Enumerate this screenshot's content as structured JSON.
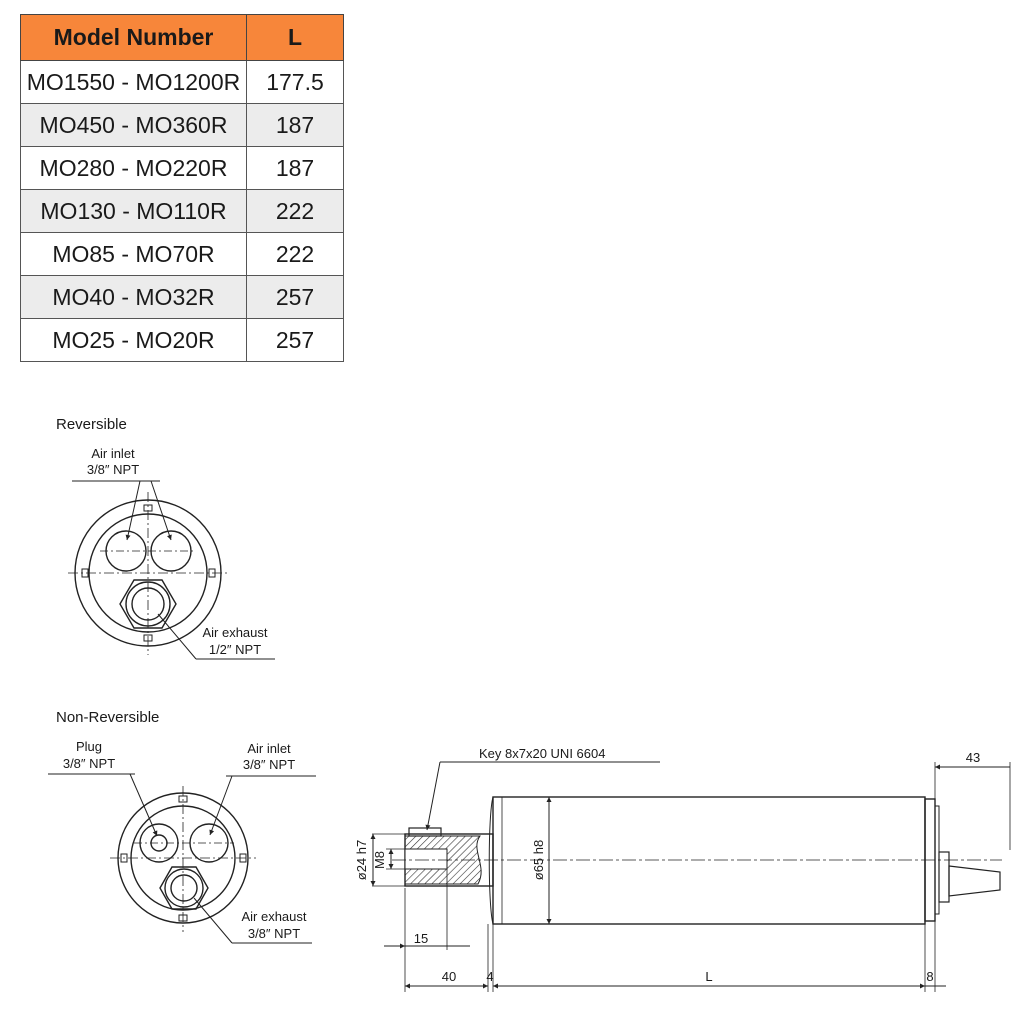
{
  "table": {
    "header_accent": "#f7863a",
    "row_alt_color": "#ececec",
    "columns": [
      "Model Number",
      "L"
    ],
    "rows": [
      {
        "model": "MO1550 - MO1200R",
        "L": "177.5"
      },
      {
        "model": "MO450 - MO360R",
        "L": "187"
      },
      {
        "model": "MO280 - MO220R",
        "L": "187"
      },
      {
        "model": "MO130 - MO110R",
        "L": "222"
      },
      {
        "model": "MO85 - MO70R",
        "L": "222"
      },
      {
        "model": "MO40 - MO32R",
        "L": "257"
      },
      {
        "model": "MO25 - MO20R",
        "L": "257"
      }
    ]
  },
  "reversible": {
    "title": "Reversible",
    "inlet_label": "Air inlet",
    "inlet_size": "3/8″ NPT",
    "exhaust_label": "Air exhaust",
    "exhaust_size": "1/2″ NPT"
  },
  "non_reversible": {
    "title": "Non-Reversible",
    "plug_label": "Plug",
    "plug_size": "3/8″ NPT",
    "inlet_label": "Air inlet",
    "inlet_size": "3/8″ NPT",
    "exhaust_label": "Air exhaust",
    "exhaust_size": "3/8″ NPT"
  },
  "side_view": {
    "key_label": "Key 8x7x20 UNI 6604",
    "dim_43": "43",
    "dim_shaft": "ø24 h7",
    "dim_thread": "M8",
    "dim_body": "ø65 h8",
    "dim_15": "15",
    "dim_40": "40",
    "dim_4": "4",
    "dim_L": "L",
    "dim_8": "8"
  }
}
